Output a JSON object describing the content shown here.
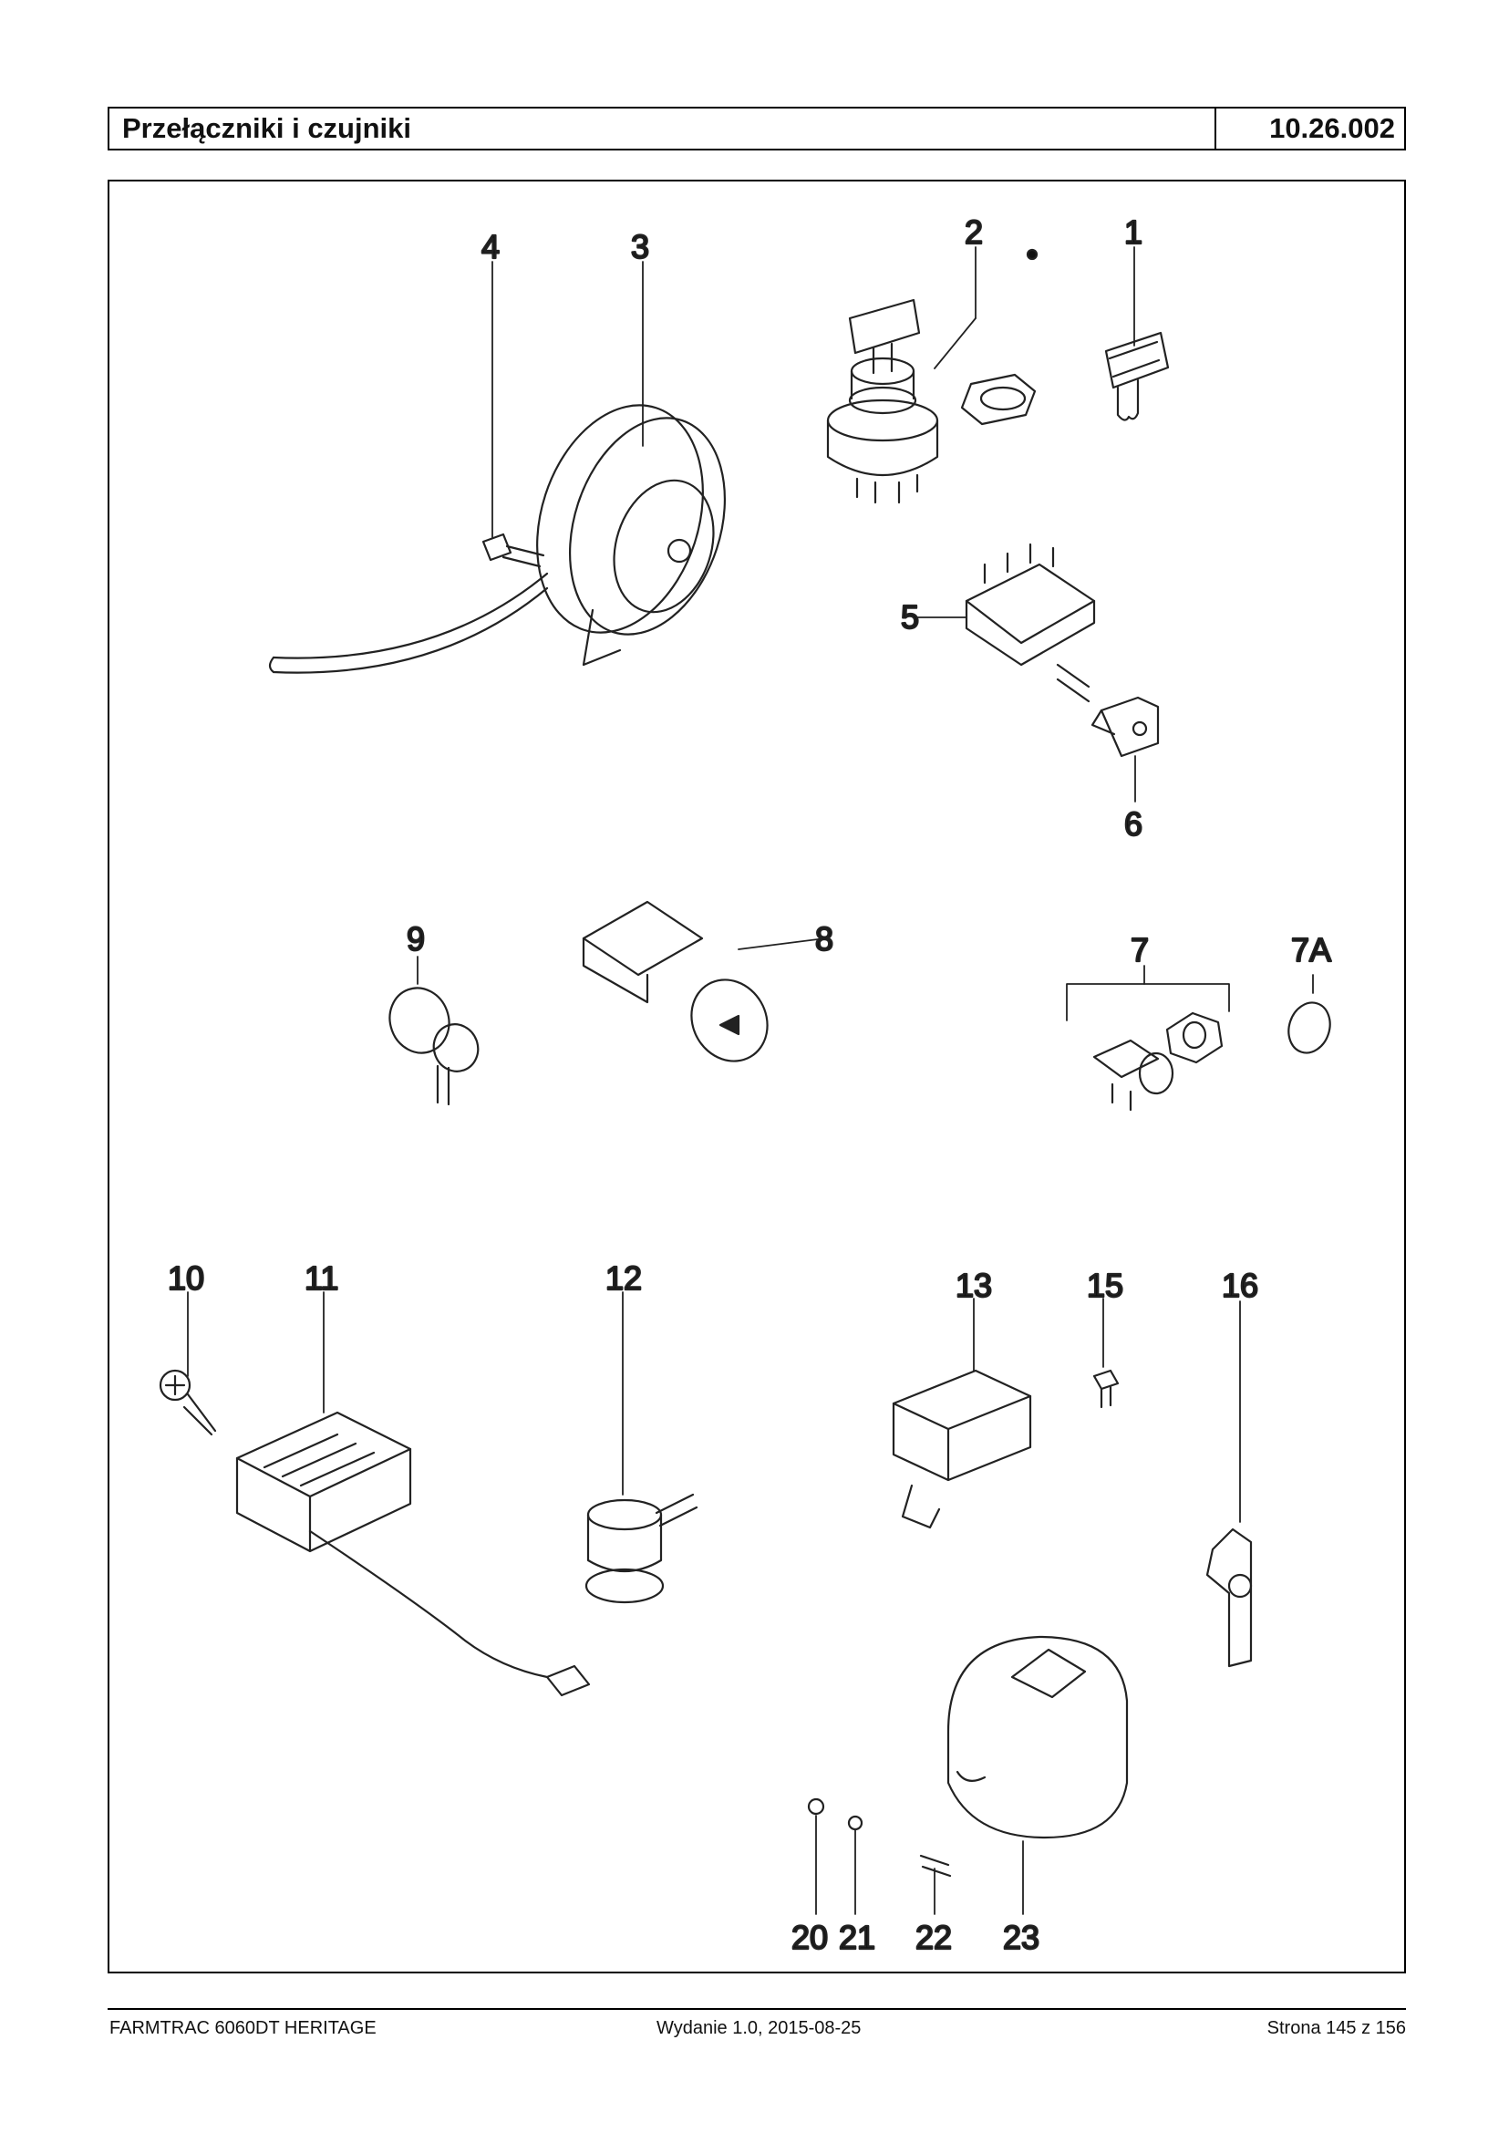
{
  "header": {
    "title": "Przełączniki i czujniki",
    "code": "10.26.002"
  },
  "callouts": {
    "c1": "1",
    "c2": "2",
    "c3": "3",
    "c4": "4",
    "c5": "5",
    "c6": "6",
    "c7": "7",
    "c7a": "7A",
    "c8": "8",
    "c9": "9",
    "c10": "10",
    "c11": "11",
    "c12": "12",
    "c13": "13",
    "c15": "15",
    "c16": "16",
    "c20": "20",
    "c21": "21",
    "c22": "22",
    "c23": "23"
  },
  "footer": {
    "model": "FARMTRAC 6060DT HERITAGE",
    "edition": "Wydanie 1.0,  2015-08-25",
    "page": "Strona 145 z 156"
  }
}
